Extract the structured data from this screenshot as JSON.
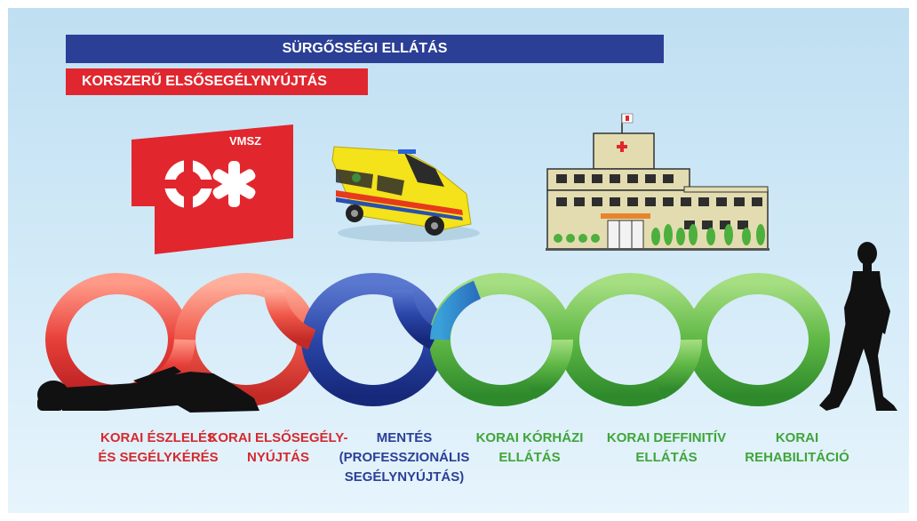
{
  "header": {
    "title": "SÜRGŐSSÉGI ELLÁTÁS",
    "subtitle": "KORSZERŰ ELSŐSEGÉLYNYÚJTÁS"
  },
  "logo": {
    "text": "VMSZ",
    "color": "#e2262d"
  },
  "chain": {
    "links": [
      {
        "line1": "KORAI ÉSZLELÉS",
        "line2": "ÉS SEGÉLYKÉRÉS",
        "line3": "",
        "color": "#d42a2f"
      },
      {
        "line1": "KORAI ELSŐSEGÉLY-",
        "line2": "NYÚJTÁS",
        "line3": "",
        "color": "#d42a2f"
      },
      {
        "line1": "MENTÉS",
        "line2": "(PROFESSZIONÁLIS",
        "line3": "SEGÉLYNYÚJTÁS)",
        "color": "#2b3f96"
      },
      {
        "line1": "KORAI KÓRHÁZI",
        "line2": "ELLÁTÁS",
        "line3": "",
        "color": "#3fa53a"
      },
      {
        "line1": "KORAI DEFFINITÍV",
        "line2": "ELLÁTÁS",
        "line3": "",
        "color": "#3fa53a"
      },
      {
        "line1": "KORAI",
        "line2": "REHABILITÁCIÓ",
        "line3": "",
        "color": "#3fa53a"
      }
    ]
  },
  "colors": {
    "header_blue": "#2b3f96",
    "header_red": "#e0272f",
    "ambulance_yellow": "#f4e21a",
    "hospital_wall": "#e3dcb0"
  },
  "icons": [
    "vmsz-logo-icon",
    "ambulance-icon",
    "hospital-icon",
    "lying-person-icon",
    "walking-person-icon"
  ]
}
